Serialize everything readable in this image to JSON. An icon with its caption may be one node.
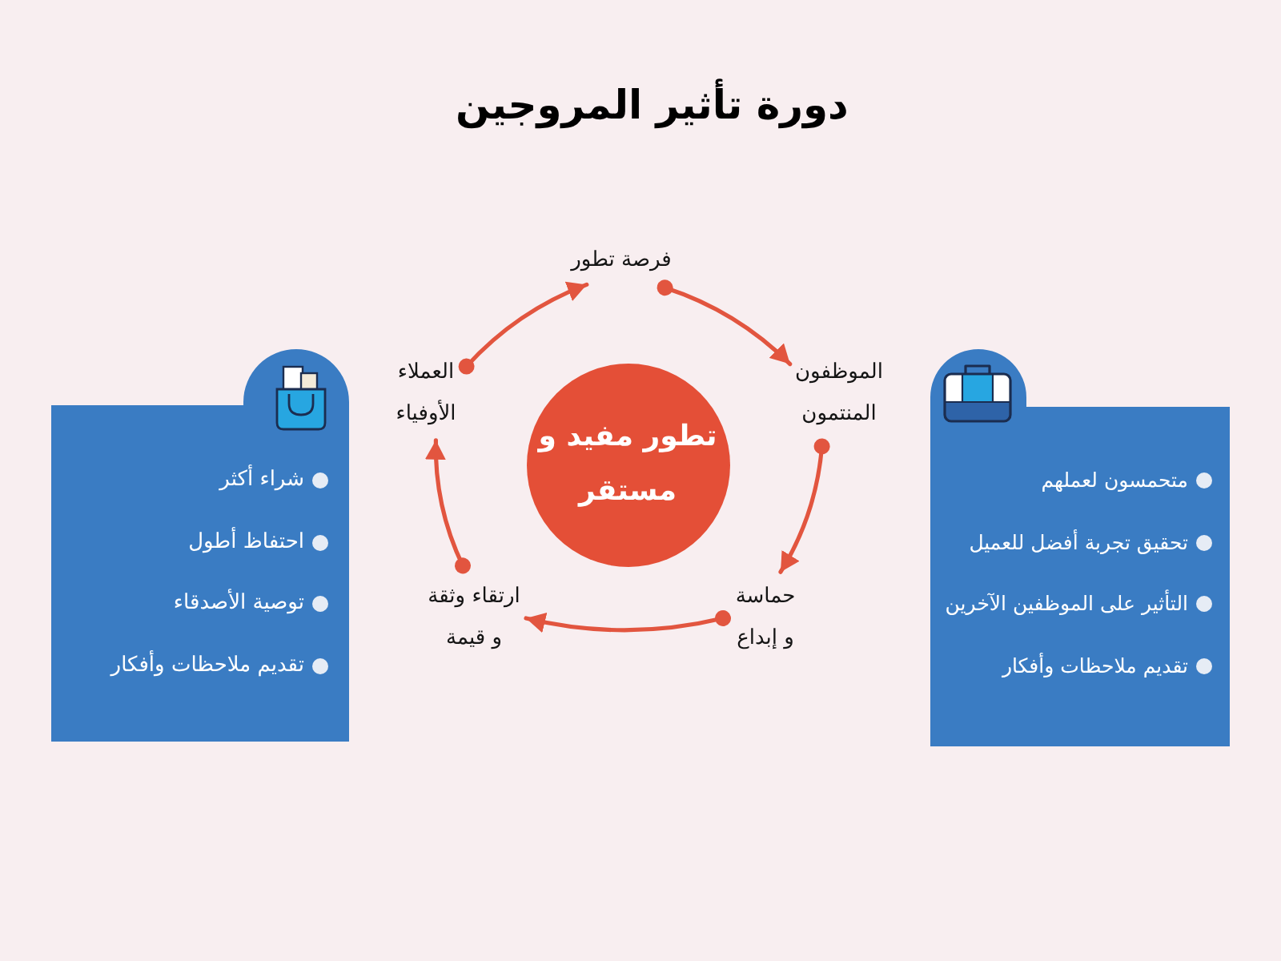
{
  "diagram": {
    "title": "دورة تأثير المروجين",
    "nodes": [
      {
        "text": [
          "تطور مفيد و مستقر"
        ]
      },
      {
        "text": [
          "فرصة تطور"
        ]
      },
      {
        "text": [
          "الموظفون المنتمون"
        ]
      },
      {
        "text": [
          "حماسة و إبداع"
        ]
      },
      {
        "text": [
          "ارتقاء وثقة و قيمة"
        ]
      },
      {
        "text": [
          "العملاء الأوفياء"
        ]
      },
      {
        "text": [
          "متحمسون لعملهم",
          "تحقيق تجربة أفضل للعميل",
          "التأثير على الموظفين الآخرين",
          "تقديم ملاحظات وأفكار"
        ]
      },
      {
        "text": [
          "شراء أكثر",
          "احتفاظ أطول",
          "توصية الأصدقاء",
          "تقديم ملاحظات وأفكار"
        ]
      }
    ],
    "edges": [
      {
        "from": 5,
        "to": 1,
        "arrow": "to"
      },
      {
        "from": 1,
        "to": 2,
        "arrow": "to"
      },
      {
        "from": 2,
        "to": 3,
        "arrow": "to"
      },
      {
        "from": 3,
        "to": 4,
        "arrow": "to"
      },
      {
        "from": 4,
        "to": 5,
        "arrow": "to"
      }
    ]
  }
}
